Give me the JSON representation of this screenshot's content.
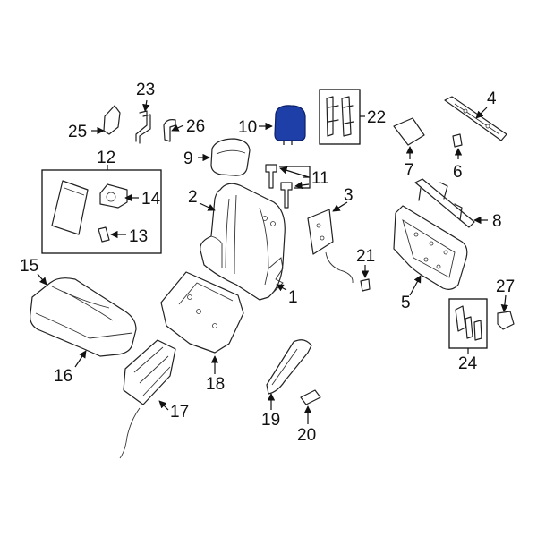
{
  "diagram": {
    "highlight_color": "#1e3fa8",
    "callouts": [
      {
        "id": "c1",
        "text": "1"
      },
      {
        "id": "c2",
        "text": "2"
      },
      {
        "id": "c3",
        "text": "3"
      },
      {
        "id": "c4",
        "text": "4"
      },
      {
        "id": "c5",
        "text": "5"
      },
      {
        "id": "c6",
        "text": "6"
      },
      {
        "id": "c7",
        "text": "7"
      },
      {
        "id": "c8",
        "text": "8"
      },
      {
        "id": "c9",
        "text": "9"
      },
      {
        "id": "c10",
        "text": "10"
      },
      {
        "id": "c11",
        "text": "11"
      },
      {
        "id": "c12",
        "text": "12"
      },
      {
        "id": "c13",
        "text": "13"
      },
      {
        "id": "c14",
        "text": "14"
      },
      {
        "id": "c15",
        "text": "15"
      },
      {
        "id": "c16",
        "text": "16"
      },
      {
        "id": "c17",
        "text": "17"
      },
      {
        "id": "c18",
        "text": "18"
      },
      {
        "id": "c19",
        "text": "19"
      },
      {
        "id": "c20",
        "text": "20"
      },
      {
        "id": "c21",
        "text": "21"
      },
      {
        "id": "c22",
        "text": "22"
      },
      {
        "id": "c23",
        "text": "23"
      },
      {
        "id": "c24",
        "text": "24"
      },
      {
        "id": "c25",
        "text": "25"
      },
      {
        "id": "c26",
        "text": "26"
      },
      {
        "id": "c27",
        "text": "27"
      }
    ]
  }
}
